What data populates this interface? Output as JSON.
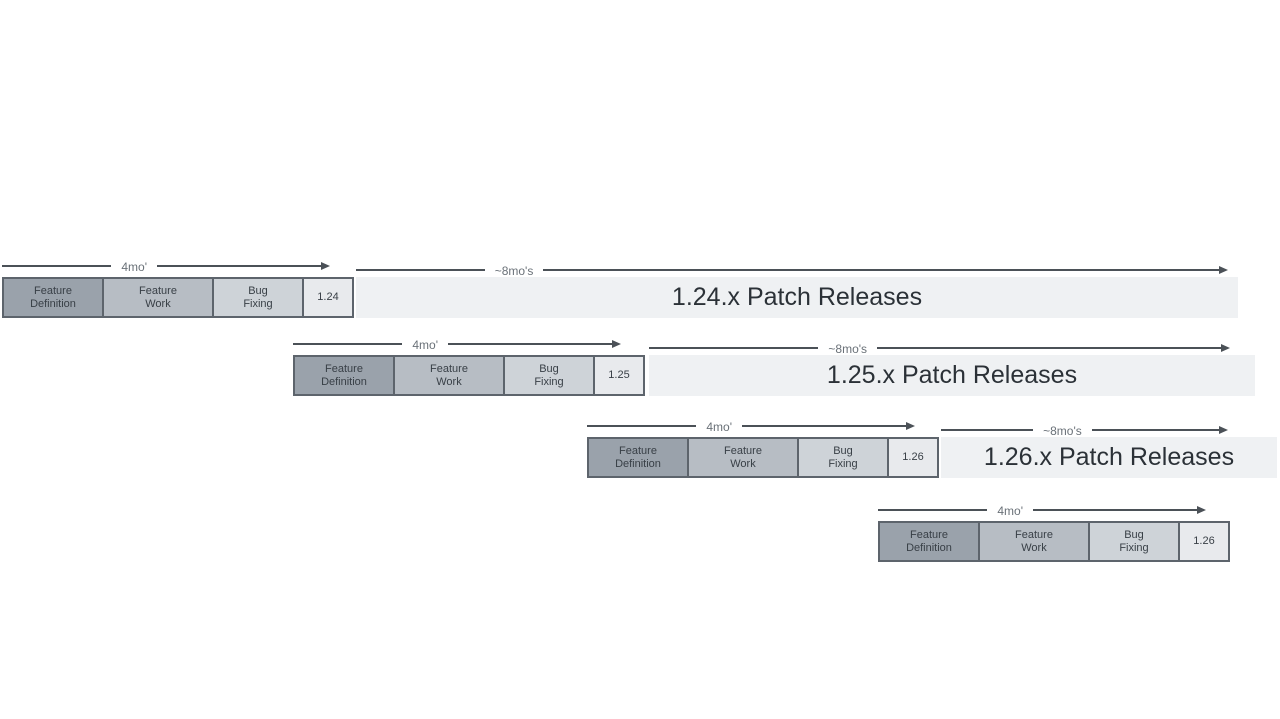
{
  "palette": {
    "background": "#ffffff",
    "feature_definition_fill": "#9aa2ab",
    "feature_work_fill": "#b7bdc4",
    "bug_fixing_fill": "#ced3d8",
    "version_box_fill": "#e8eaed",
    "patch_bar_fill": "#eff1f3",
    "box_border": "#5d646c",
    "arrow_color": "#4b5157",
    "duration_label_color": "#6a7178",
    "box_text_color": "#383f46",
    "patch_text_color": "#2b3137"
  },
  "rows": [
    {
      "version": "1.24",
      "cycle_duration_label": "4mo'",
      "patch_duration_label": "~8mo's",
      "phases": [
        {
          "name": "feature-definition",
          "label": "Feature\nDefinition"
        },
        {
          "name": "feature-work",
          "label": "Feature\nWork"
        },
        {
          "name": "bug-fixing",
          "label": "Bug\nFixing"
        }
      ],
      "patch_release_label": "1.24.x Patch Releases"
    },
    {
      "version": "1.25",
      "cycle_duration_label": "4mo'",
      "patch_duration_label": "~8mo's",
      "phases": [
        {
          "name": "feature-definition",
          "label": "Feature\nDefinition"
        },
        {
          "name": "feature-work",
          "label": "Feature\nWork"
        },
        {
          "name": "bug-fixing",
          "label": "Bug\nFixing"
        }
      ],
      "patch_release_label": "1.25.x Patch Releases"
    },
    {
      "version": "1.26",
      "cycle_duration_label": "4mo'",
      "patch_duration_label": "~8mo's",
      "phases": [
        {
          "name": "feature-definition",
          "label": "Feature\nDefinition"
        },
        {
          "name": "feature-work",
          "label": "Feature\nWork"
        },
        {
          "name": "bug-fixing",
          "label": "Bug\nFixing"
        }
      ],
      "patch_release_label": "1.26.x Patch Releases"
    },
    {
      "version": "1.26",
      "cycle_duration_label": "4mo'",
      "patch_duration_label": null,
      "phases": [
        {
          "name": "feature-definition",
          "label": "Feature\nDefinition"
        },
        {
          "name": "feature-work",
          "label": "Feature\nWork"
        },
        {
          "name": "bug-fixing",
          "label": "Bug\nFixing"
        }
      ],
      "patch_release_label": null
    }
  ]
}
